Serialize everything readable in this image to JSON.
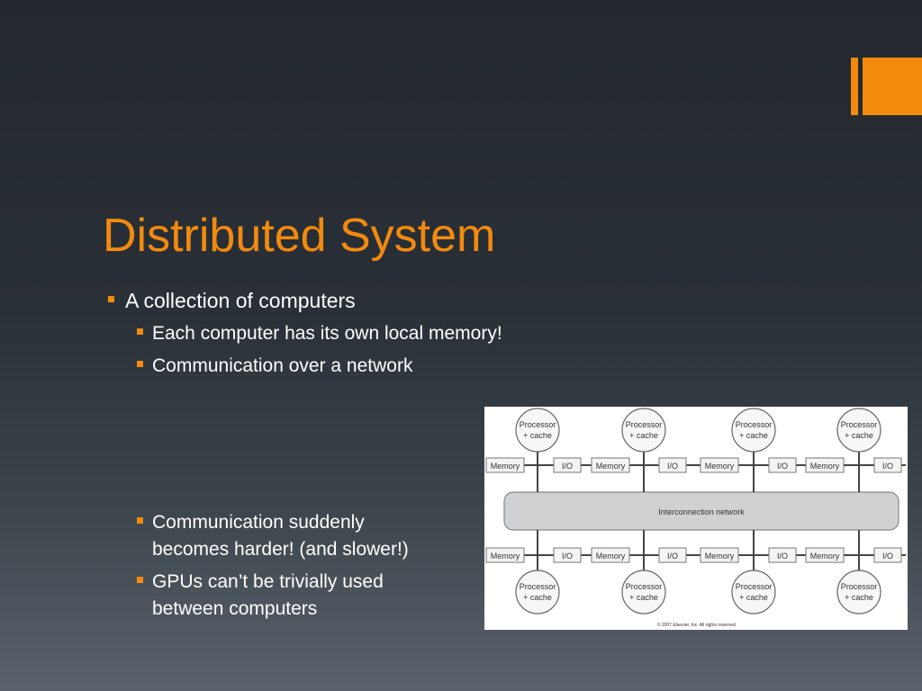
{
  "slide": {
    "title": "Distributed System",
    "accent_color": "#f28a0e",
    "bullets": {
      "level1": "A collection of computers",
      "sub_top": [
        "Each computer has its own local memory!",
        "Communication over a network"
      ],
      "sub_bottom": [
        {
          "line1": "Communication suddenly",
          "line2": "becomes harder! (and slower!)"
        },
        {
          "line1": "GPUs can’t be trivially used",
          "line2": "between computers"
        }
      ]
    }
  },
  "diagram": {
    "network_label": "Interconnection network",
    "node_label_line1": "Processor",
    "node_label_line2": "+ cache",
    "memory_label": "Memory",
    "io_label": "I/O",
    "copyright": "© 2007 Elsevier, Inc. All rights reserved."
  }
}
